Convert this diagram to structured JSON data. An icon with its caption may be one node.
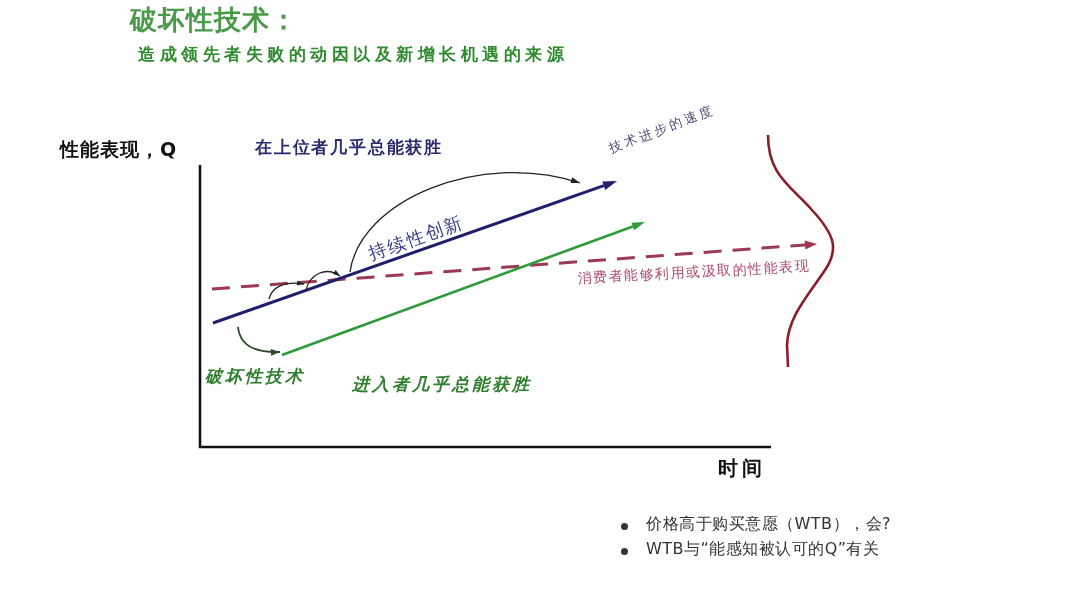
{
  "diagram": {
    "title": "破坏性技术：",
    "labels": [
      "造成领先者失败的动因以及新增长机遇的来源",
      "性能表现，Q",
      "在上位者几乎总能获胜",
      "技术进步的速度",
      "持续性创新",
      "消费者能够利用或汲取的性能表现",
      "破坏性技术",
      "进入者几乎总能获胜",
      "时间",
      "价格高于购买意愿（WTB），会?",
      "WTB与“能感知被认可的Q”有关"
    ]
  }
}
